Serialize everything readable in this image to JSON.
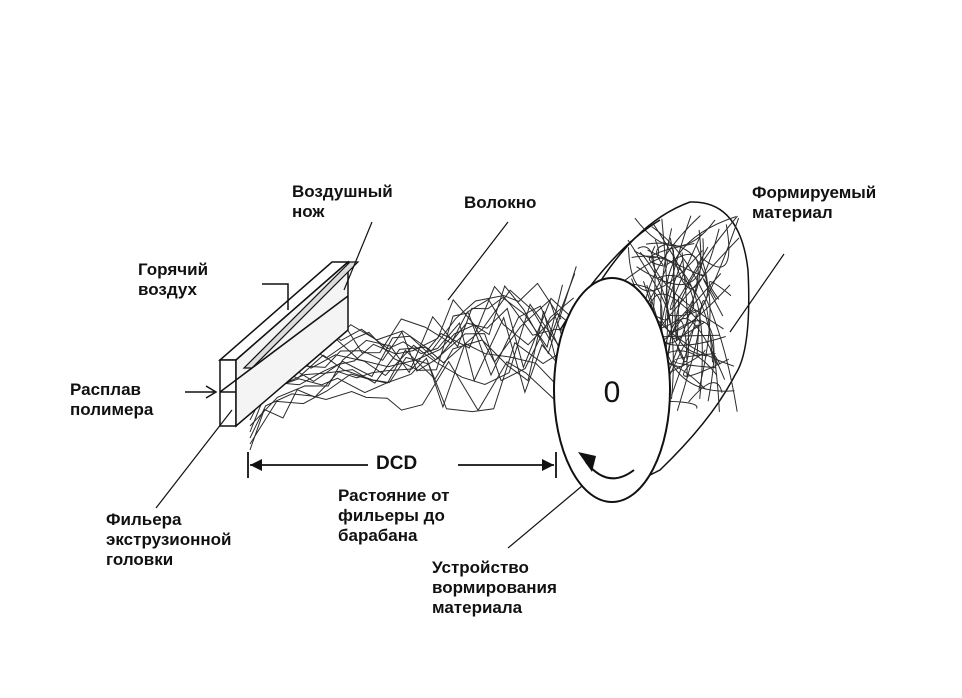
{
  "colors": {
    "ink": "#111111",
    "fiber": "#2a2a2a",
    "background": "#ffffff"
  },
  "labels": {
    "air_knife": [
      "Воздушный",
      "нож"
    ],
    "fiber": [
      "Волокно"
    ],
    "formed_material": [
      "Формируемый",
      "материал"
    ],
    "hot_air": [
      "Горячий",
      "воздух"
    ],
    "polymer_melt": [
      "Расплав",
      "полимера"
    ],
    "die": [
      "Фильера",
      "экструзионной",
      "головки"
    ],
    "dcd": "DCD",
    "dcd_caption": [
      "Растояние от",
      "фильеры до",
      "барабана"
    ],
    "collector": [
      "Устройство",
      "вормирования",
      "материала"
    ],
    "drum_mark": "0"
  }
}
